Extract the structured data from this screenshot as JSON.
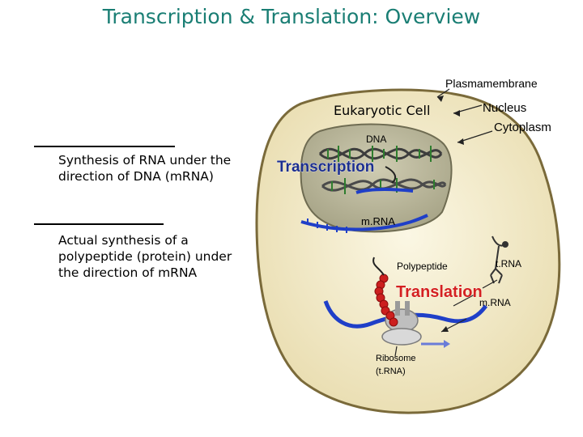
{
  "title": "Transcription & Translation: Overview",
  "definitions": [
    {
      "text_line1": "Synthesis of RNA under the",
      "text_line2": "direction of DNA (mRNA)"
    },
    {
      "text_line1": "Actual synthesis of a",
      "text_line2": "polypeptide (protein) under",
      "text_line3": "the direction of mRNA"
    }
  ],
  "diagram": {
    "plasma_membrane": "Plasmamembrane",
    "eukaryotic_cell": "Eukaryotic Cell",
    "nucleus": "Nucleus",
    "cytoplasm": "Cytoplasm",
    "dna": "DNA",
    "transcription": "Transcription",
    "mrna_nucleus": "m.RNA",
    "polypeptide": "Polypeptide",
    "trna": "t.RNA",
    "translation": "Translation",
    "mrna_cytoplasm": "m.RNA",
    "ribosome_line1": "Ribosome",
    "ribosome_line2": "(t.RNA)"
  },
  "colors": {
    "title": "#1a7e74",
    "cell_fill": "#f3ecc8",
    "nucleus_fill": "#b9b69a",
    "mrna": "#1f3fc8",
    "translation_label": "#d42020",
    "transcription_label": "#1c2e8e",
    "polypeptide": "#cc1f1f"
  }
}
